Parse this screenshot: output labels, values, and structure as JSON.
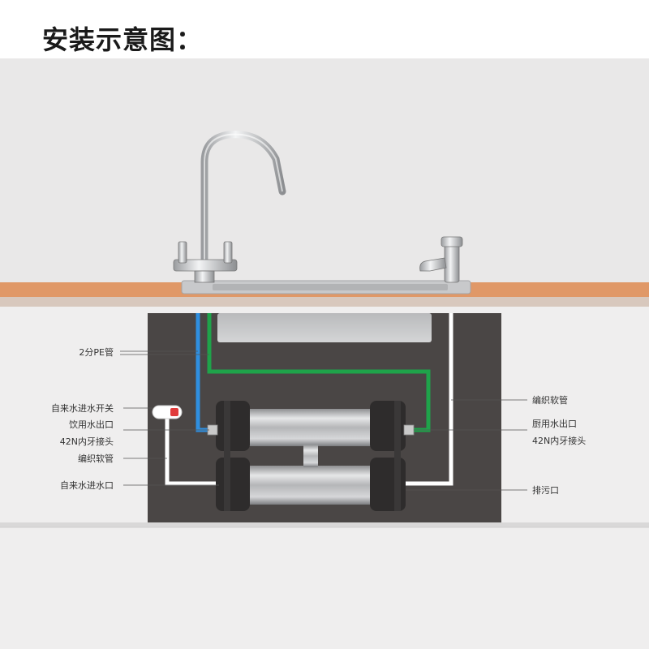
{
  "title": "安装示意图：",
  "labels": {
    "pe_tube": "2分PE管",
    "tap_switch": "自来水进水开关",
    "drink_outlet": "饮用水出口",
    "drink_thread": "42N内牙接头",
    "braided_left": "编织软管",
    "tap_inlet": "自来水进水口",
    "braided_right": "编织软管",
    "kitchen_outlet": "厨用水出口",
    "kitchen_thread": "42N内牙接头",
    "drain": "排污口"
  },
  "colors": {
    "pe_tube_blue": "#2f8fe0",
    "pe_tube_green": "#1fa34a",
    "countertop": "#e09867",
    "cabinet_interior": "#4a4645",
    "wall": "#efeeee"
  }
}
